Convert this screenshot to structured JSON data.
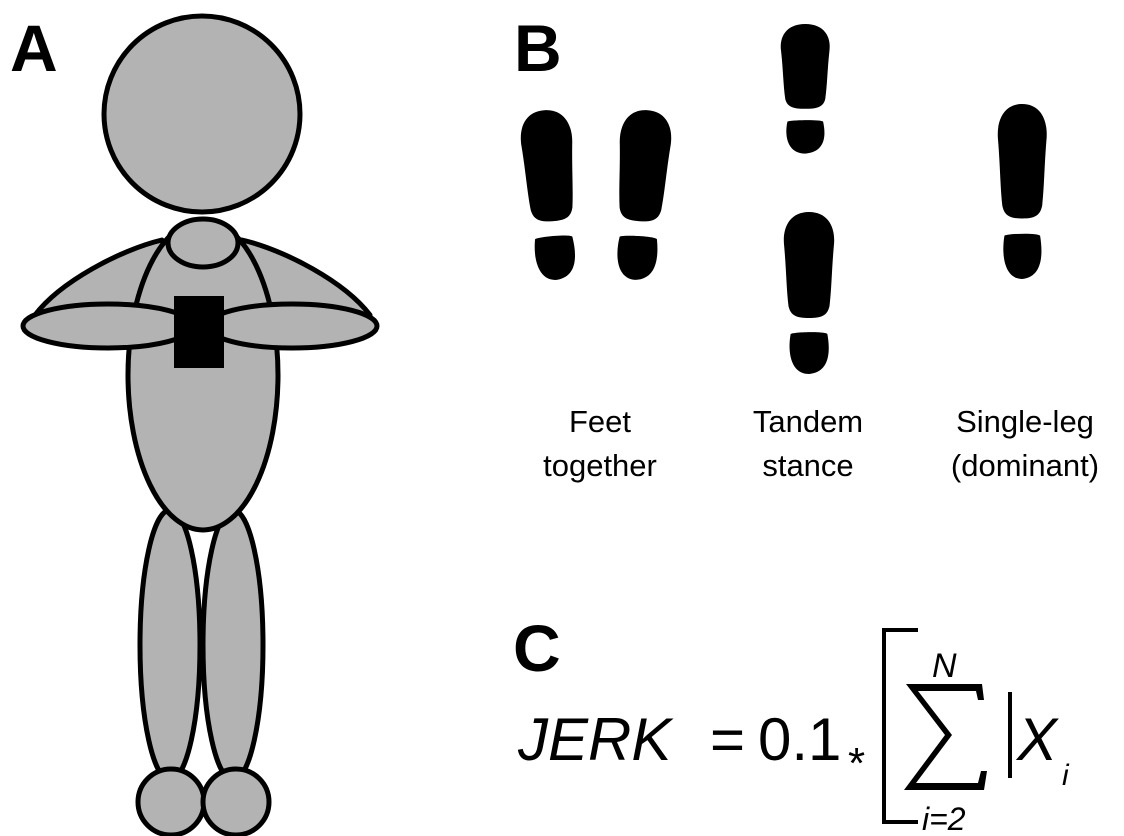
{
  "panels": {
    "a": {
      "letter": "A"
    },
    "b": {
      "letter": "B",
      "stances": [
        {
          "line1": "Feet",
          "line2": "together"
        },
        {
          "line1": "Tandem",
          "line2": "stance"
        },
        {
          "line1": "Single-leg",
          "line2": "(dominant)"
        }
      ]
    },
    "c": {
      "letter": "C",
      "formula": {
        "lhs": "JERK",
        "equals": "=",
        "constant": "0.1",
        "times": "*",
        "sum_upper": "N",
        "sum_lower": "i=2",
        "term": "X",
        "subscript": "i"
      }
    }
  },
  "colors": {
    "figure_fill": "#b3b3b3",
    "ink": "#000000",
    "background": "#ffffff"
  }
}
